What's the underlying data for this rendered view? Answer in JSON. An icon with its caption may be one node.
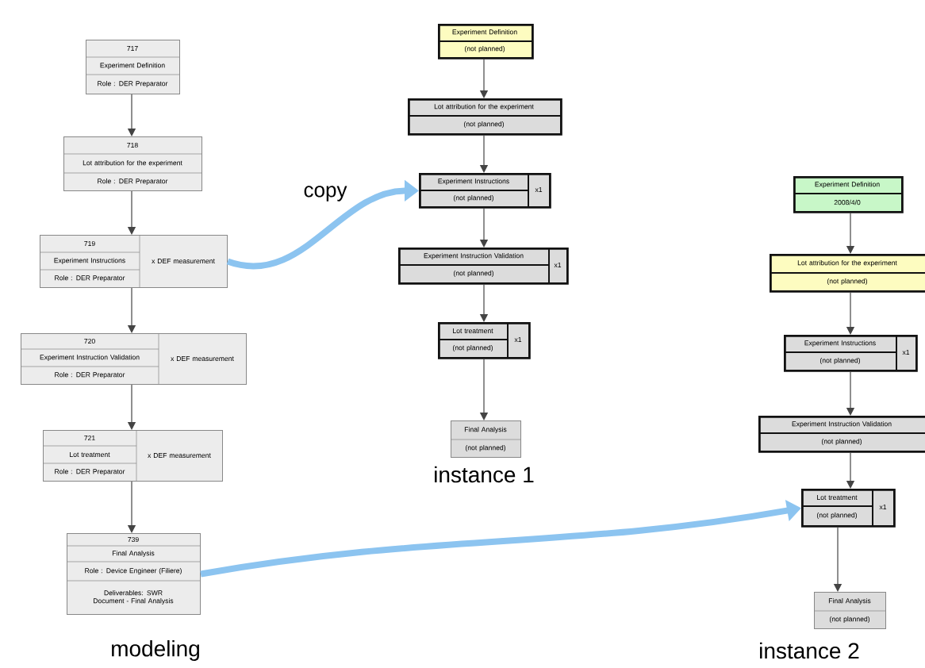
{
  "diagram": {
    "nodes": [
      {
        "text": [
          "717",
          "Experiment Definition",
          "Role : DER Preparator"
        ]
      },
      {
        "text": [
          "718",
          "Lot attribution for the experiment",
          "Role : DER Preparator"
        ]
      },
      {
        "text": [
          "719",
          "Experiment Instructions",
          "Role : DER Preparator",
          "x DEF measurement"
        ]
      },
      {
        "text": [
          "720",
          "Experiment Instruction Validation",
          "Role : DER Preparator",
          "x DEF measurement"
        ]
      },
      {
        "text": [
          "721",
          "Lot treatment",
          "Role : DER Preparator",
          "x DEF measurement"
        ]
      },
      {
        "text": [
          "739",
          "Final Analysis",
          "Role : Device Engineer (Filiere)",
          "Deliverables: SWR Document - Final Analysis"
        ]
      },
      {
        "text": [
          "Experiment Definition",
          "(not planned)"
        ]
      },
      {
        "text": [
          "Lot attribution for the experiment",
          "(not planned)"
        ]
      },
      {
        "text": [
          "Experiment Instructions",
          "(not planned)",
          "x1"
        ]
      },
      {
        "text": [
          "Experiment Instruction Validation",
          "(not planned)",
          "x1"
        ]
      },
      {
        "text": [
          "Lot treatment",
          "(not planned)",
          "x1"
        ]
      },
      {
        "text": [
          "Final Analysis",
          "(not planned)"
        ]
      },
      {
        "text": [
          "Experiment Definition",
          "2008/4/0"
        ]
      },
      {
        "text": [
          "Lot attribution for the experiment",
          "(not planned)"
        ]
      },
      {
        "text": [
          "Experiment Instructions",
          "(not planned)",
          "x1"
        ]
      },
      {
        "text": [
          "Experiment Instruction Validation",
          "(not planned)"
        ]
      },
      {
        "text": [
          "Lot treatment",
          "(not planned)",
          "x1"
        ]
      },
      {
        "text": [
          "Final Analysis",
          "(not planned)"
        ]
      }
    ],
    "edges": [
      {
        "from": 0,
        "to": 1,
        "arrow": "to"
      },
      {
        "from": 1,
        "to": 2,
        "arrow": "to"
      },
      {
        "from": 2,
        "to": 3,
        "arrow": "to"
      },
      {
        "from": 3,
        "to": 4,
        "arrow": "to"
      },
      {
        "from": 4,
        "to": 5,
        "arrow": "to"
      },
      {
        "from": 6,
        "to": 7,
        "arrow": "to"
      },
      {
        "from": 7,
        "to": 8,
        "arrow": "to"
      },
      {
        "from": 8,
        "to": 9,
        "arrow": "to"
      },
      {
        "from": 9,
        "to": 10,
        "arrow": "to"
      },
      {
        "from": 10,
        "to": 11,
        "arrow": "to"
      },
      {
        "from": 12,
        "to": 13,
        "arrow": "to"
      },
      {
        "from": 13,
        "to": 14,
        "arrow": "to"
      },
      {
        "from": 14,
        "to": 15,
        "arrow": "to"
      },
      {
        "from": 15,
        "to": 16,
        "arrow": "to"
      },
      {
        "from": 16,
        "to": 17,
        "arrow": "to"
      },
      {
        "from": 2,
        "to": 8,
        "arrow": "to",
        "label": "copy",
        "style": "thick",
        "color": "#8cc4f0"
      },
      {
        "from": 5,
        "to": 16,
        "arrow": "to",
        "style": "thick",
        "color": "#8cc4f0"
      }
    ],
    "labels": [
      "modeling",
      "instance 1",
      "instance 2"
    ]
  }
}
